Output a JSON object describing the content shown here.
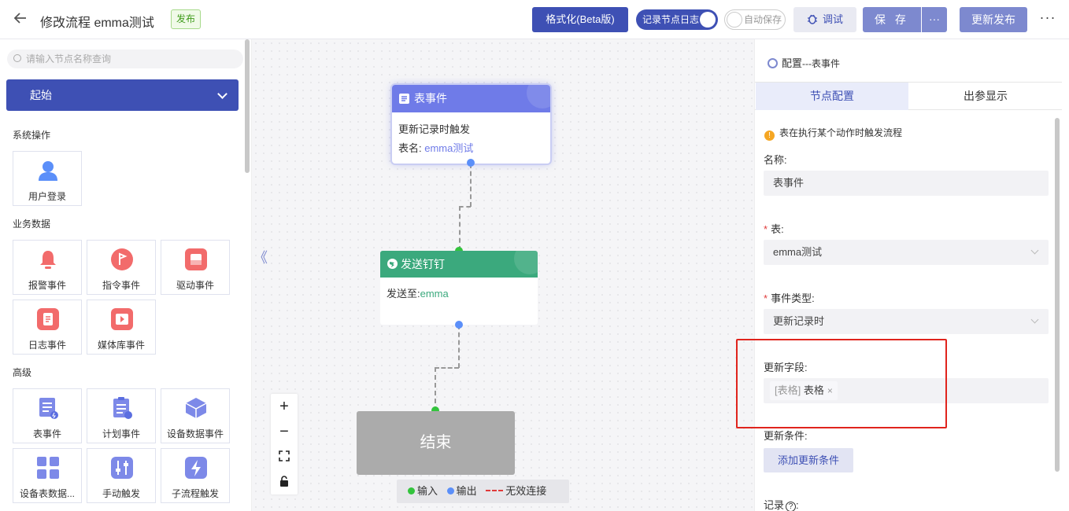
{
  "header": {
    "title": "修改流程 emma测试",
    "publish_tag": "发布",
    "format_button": "格式化(Beta版)",
    "log_toggle": "记录节点日志",
    "autosave_toggle": "自动保存",
    "debug_button": "调试",
    "save_button": "保 存",
    "save_more": "···",
    "update_button": "更新发布",
    "more": "⋮"
  },
  "sidebar": {
    "search_placeholder": "请输入节点名称查询",
    "start_select": "起始",
    "sections": [
      {
        "title": "系统操作",
        "items": [
          {
            "label": "用户登录",
            "icon": "user-icon"
          }
        ]
      },
      {
        "title": "业务数据",
        "items": [
          {
            "label": "报警事件",
            "icon": "bell-icon"
          },
          {
            "label": "指令事件",
            "icon": "flag-icon"
          },
          {
            "label": "驱动事件",
            "icon": "drive-icon"
          },
          {
            "label": "日志事件",
            "icon": "clipboard-icon"
          },
          {
            "label": "媒体库事件",
            "icon": "media-icon"
          }
        ]
      },
      {
        "title": "高级",
        "items": [
          {
            "label": "表事件",
            "icon": "table-event-icon"
          },
          {
            "label": "计划事件",
            "icon": "plan-icon"
          },
          {
            "label": "设备数据事件",
            "icon": "cube-icon"
          },
          {
            "label": "设备表数据...",
            "icon": "grid-icon"
          },
          {
            "label": "手动触发",
            "icon": "slider-icon"
          },
          {
            "label": "子流程触发",
            "icon": "bolt-icon"
          }
        ]
      }
    ]
  },
  "canvas": {
    "collapse": "《",
    "node_table": {
      "title": "表事件",
      "line1": "更新记录时触发",
      "table_label": "表名: ",
      "table_value": "emma测试"
    },
    "node_ding": {
      "title": "发送钉钉",
      "send_label": "发送至:",
      "send_value": "emma"
    },
    "node_end": {
      "title": "结束"
    },
    "zoom": {
      "in": "+",
      "out": "−",
      "fit": "⛶",
      "lock": "🔓"
    },
    "legend": {
      "input": "输入",
      "output": "输出",
      "invalid": "无效连接"
    }
  },
  "panel": {
    "title": "配置",
    "title_sub": "---表事件",
    "tabs": [
      "节点配置",
      "出参显示"
    ],
    "hint": "表在执行某个动作时触发流程",
    "name_label": "名称:",
    "name_value": "表事件",
    "table_label": "表:",
    "table_value": "emma测试",
    "event_label": "事件类型:",
    "event_value": "更新记录时",
    "fields_label": "更新字段:",
    "field_tag_type": "[表格]",
    "field_tag_name": "表格",
    "field_tag_close": "×",
    "cond_label": "更新条件:",
    "cond_button": "添加更新条件",
    "record_label": "记录"
  },
  "colors": {
    "primary": "#3e50b4",
    "node_table": "#6f7be8",
    "node_ding": "#3ba97d",
    "highlight": "#e0241d"
  }
}
